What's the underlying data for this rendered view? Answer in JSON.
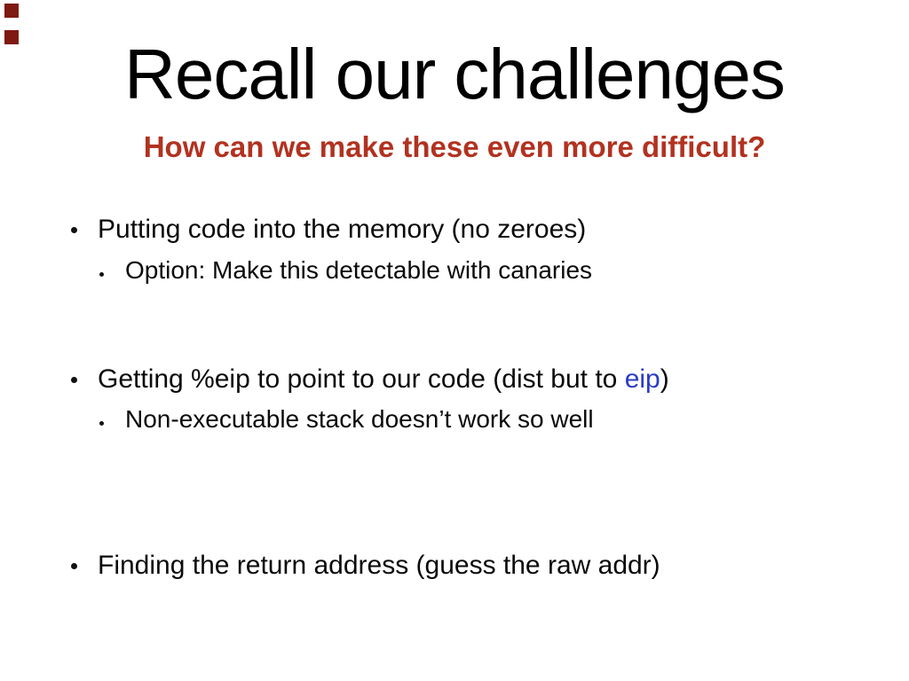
{
  "slide": {
    "background_color": "#FFFFFF",
    "decorations": {
      "corner_squares_color": "#7E1A12",
      "corner_squares_count": 2
    },
    "title": {
      "text": "Recall our challenges",
      "color": "#000000"
    },
    "subtitle": {
      "text": "How can we make these even more difficult?",
      "color": "#B23220"
    },
    "bullets": [
      {
        "level": 1,
        "text": "Putting code into the memory (no zeroes)"
      },
      {
        "level": 2,
        "text": "Option: Make this detectable with canaries"
      },
      {
        "level": 1,
        "prefix": "Getting %eip to point to our code (dist but to ",
        "highlight": "eip",
        "suffix": ")",
        "highlight_color": "#2B3CC4"
      },
      {
        "level": 2,
        "text": "Non-executable stack doesn’t work so well"
      },
      {
        "level": 1,
        "text": "Finding the return address (guess the raw addr)"
      }
    ]
  }
}
